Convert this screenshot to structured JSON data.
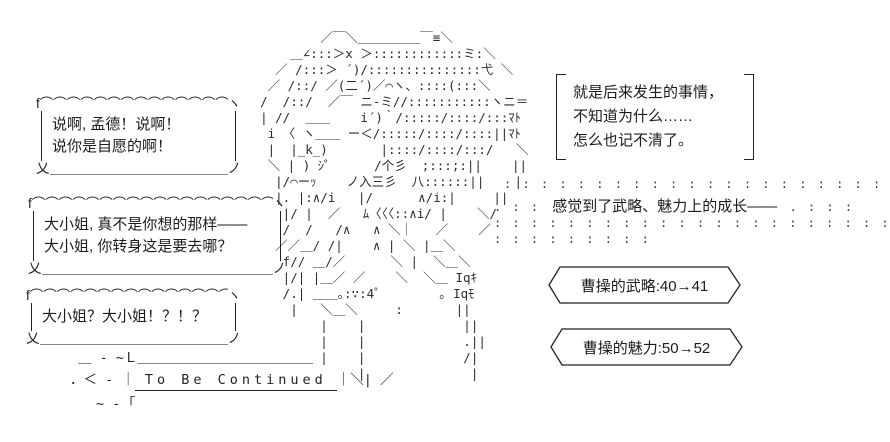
{
  "page": {
    "background": "#ffffff",
    "ink": "#1c1c1c"
  },
  "frame": {
    "tl": "f",
    "wave": "⌒⌒⌒⌒⌒⌒⌒⌒⌒⌒⌒⌒⌒⌒⌒⌒⌒⌒⌒⌒⌒⌒",
    "tr": "ヽ",
    "bl": "乂",
    "underline": "＿＿＿＿＿＿＿＿＿＿＿＿＿＿＿＿＿＿＿＿",
    "br": "ノ"
  },
  "bubbles": [
    {
      "lines": [
        "说啊, 孟德！说啊！",
        "说你是自愿的啊！"
      ]
    },
    {
      "lines": [
        "大小姐, 真不是你想的那样——",
        "大小姐, 你转身这是要去哪？"
      ]
    },
    {
      "lines": [
        "大小姐？大小姐！？！？"
      ]
    }
  ],
  "narration": {
    "lines": [
      "就是后来发生的事情，",
      "不知道为什么……",
      "怎么也记不清了。"
    ]
  },
  "status": {
    "dots_row_top": ": : : : : : : : : : : : : : : : : : : : : : : : : : : : : : : : : : : : : : : : : : : : : : : :",
    "prefix": ". : :",
    "text": "感觉到了武略、魅力上的成长——",
    "suffix": ". : : :",
    "dots_row_mid": ": : : : : : : : : : : : : : : : : : : : : : : : : : : : : : : : : : : : : : : : : : : : : : : :",
    "dots_row_bottom": ": : : : : : : : : : : : :"
  },
  "stats": [
    {
      "label": "曹操的武略:40→41"
    },
    {
      "label": "曹操的魅力:50→52"
    }
  ],
  "footer": {
    "top_line": "＿ - ~Ｌ＿＿＿＿＿＿＿＿＿＿＿＿＿",
    "prefix": "．＜ - ｜",
    "to_be_continued": "To Be Continued",
    "suffix": "｜＼|  ／",
    "tilde": "~ - ｢"
  },
  "ascii_art": [
    "            ／￣＼＿＿＿＿＿￣≡＼",
    "        ＿∠:::＞x ＞::::::::::::ミ:＼",
    "      ／ /:::＞ ´)/:::::::::::::::弋 ＼",
    "     ／ /::/ ／(二´)／⌒ヽ、::::(:::＼",
    "    /  /::/  ／￣ ニ-ミ//:::::::::::ヽニ＝",
    "    | //  ＿＿    i´)｀/:::::/::::/:::ﾏﾄ",
    "     i 〈 ヽ＿＿ ー＜/:::::/::::/::::||ﾏﾄ",
    "     |  |_k_)       |::::/::::/:::/   ＼",
    "     ＼ | ) ｼ゜     /个彡  ;:::;:||    ||",
    "      |/⌒ーｯ    ノ入三彡  八::::::||    |",
    "      |. |:∧/i   |/      ∧/i:|     ||",
    "       |/ |  ／   ﾑ〈〈〈::∧i/ |    ＼/",
    "       /  /   /∧   ∧ ＼｜   ／    ／",
    "      ／／＿/ /|    ∧ | ＼ |＿＼",
    "       f// ＿/／      ＼ |  ＼＿＼",
    "       |/| |＿／ ／    ＼  ＼＿ Iqｷ",
    "       /.| ＿＿｡:∵:4゜       ｡ Iqﾓ",
    "        |   ＼＿＼     :       ||",
    "            |    |             ||",
    "            |    |             .||",
    "            |    |             /|",
    "                 |              |"
  ]
}
